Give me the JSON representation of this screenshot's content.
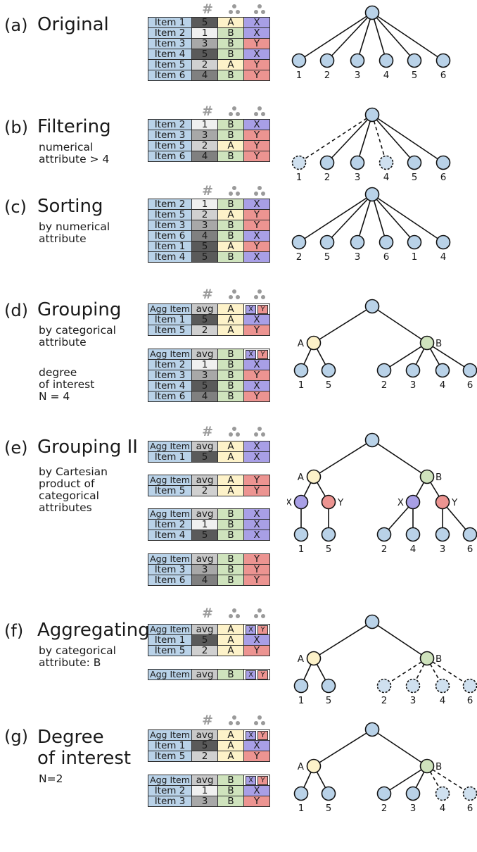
{
  "headers": {
    "num_symbol": "#"
  },
  "sections": [
    {
      "letter": "(a)",
      "title": "Original",
      "desc": "",
      "tables": [
        [
          {
            "name": "Item 1",
            "num": "5",
            "cat": "A",
            "xy": "X",
            "shade": "#5a5a5a"
          },
          {
            "name": "Item 2",
            "num": "1",
            "cat": "B",
            "xy": "X",
            "shade": "#f0f0f0"
          },
          {
            "name": "Item 3",
            "num": "3",
            "cat": "B",
            "xy": "Y",
            "shade": "#a8a8a8"
          },
          {
            "name": "Item 4",
            "num": "5",
            "cat": "B",
            "xy": "X",
            "shade": "#5a5a5a"
          },
          {
            "name": "Item 5",
            "num": "2",
            "cat": "A",
            "xy": "Y",
            "shade": "#d0d0d0"
          },
          {
            "name": "Item 6",
            "num": "4",
            "cat": "B",
            "xy": "Y",
            "shade": "#808080"
          }
        ]
      ],
      "tree_labels": [
        "1",
        "2",
        "3",
        "4",
        "5",
        "6"
      ]
    },
    {
      "letter": "(b)",
      "title": "Filtering",
      "desc": "numerical\nattribute > 4",
      "tables": [
        [
          {
            "name": "Item 2",
            "num": "1",
            "cat": "B",
            "xy": "X",
            "shade": "#f0f0f0"
          },
          {
            "name": "Item 3",
            "num": "3",
            "cat": "B",
            "xy": "Y",
            "shade": "#a8a8a8"
          },
          {
            "name": "Item 5",
            "num": "2",
            "cat": "A",
            "xy": "Y",
            "shade": "#d0d0d0"
          },
          {
            "name": "Item 6",
            "num": "4",
            "cat": "B",
            "xy": "Y",
            "shade": "#808080"
          }
        ]
      ],
      "tree_labels": [
        "1",
        "2",
        "3",
        "4",
        "5",
        "6"
      ]
    },
    {
      "letter": "(c)",
      "title": "Sorting",
      "desc": "by numerical\nattribute",
      "tables": [
        [
          {
            "name": "Item 2",
            "num": "1",
            "cat": "B",
            "xy": "X",
            "shade": "#f0f0f0"
          },
          {
            "name": "Item 5",
            "num": "2",
            "cat": "A",
            "xy": "Y",
            "shade": "#d0d0d0"
          },
          {
            "name": "Item 3",
            "num": "3",
            "cat": "B",
            "xy": "Y",
            "shade": "#a8a8a8"
          },
          {
            "name": "Item 6",
            "num": "4",
            "cat": "B",
            "xy": "X",
            "shade": "#808080"
          },
          {
            "name": "Item 1",
            "num": "5",
            "cat": "A",
            "xy": "Y",
            "shade": "#5a5a5a"
          },
          {
            "name": "Item 4",
            "num": "5",
            "cat": "B",
            "xy": "X",
            "shade": "#5a5a5a"
          }
        ]
      ],
      "tree_labels": [
        "2",
        "5",
        "3",
        "6",
        "1",
        "4"
      ]
    },
    {
      "letter": "(d)",
      "title": "Grouping",
      "desc": "by categorical\nattribute",
      "desc2": "degree\nof interest\nN = 4",
      "tables": [
        [
          {
            "agg": true,
            "name": "Agg Item",
            "num": "avg",
            "cat": "A",
            "xy": "XY"
          },
          {
            "name": "Item 1",
            "num": "5",
            "cat": "A",
            "xy": "X",
            "shade": "#5a5a5a"
          },
          {
            "name": "Item 5",
            "num": "2",
            "cat": "A",
            "xy": "Y",
            "shade": "#d0d0d0"
          }
        ],
        [
          {
            "agg": true,
            "name": "Agg Item",
            "num": "avg",
            "cat": "B",
            "xy": "XY"
          },
          {
            "name": "Item 2",
            "num": "1",
            "cat": "B",
            "xy": "X",
            "shade": "#f0f0f0"
          },
          {
            "name": "Item 3",
            "num": "3",
            "cat": "B",
            "xy": "Y",
            "shade": "#a8a8a8"
          },
          {
            "name": "Item 4",
            "num": "5",
            "cat": "B",
            "xy": "X",
            "shade": "#5a5a5a"
          },
          {
            "name": "Item 6",
            "num": "4",
            "cat": "B",
            "xy": "Y",
            "shade": "#808080"
          }
        ]
      ],
      "tree_group_labels": [
        "A",
        "B"
      ],
      "tree_labels": [
        "1",
        "5",
        "2",
        "3",
        "4",
        "6"
      ]
    },
    {
      "letter": "(e)",
      "title": "Grouping II",
      "desc": "by Cartesian\nproduct of\ncategorical\nattributes",
      "tables": [
        [
          {
            "agg": true,
            "name": "Agg Item",
            "num": "avg",
            "cat": "A",
            "xy": "X"
          },
          {
            "name": "Item 1",
            "num": "5",
            "cat": "A",
            "xy": "X",
            "shade": "#5a5a5a"
          }
        ],
        [
          {
            "agg": true,
            "name": "Agg Item",
            "num": "avg",
            "cat": "A",
            "xy": "Y"
          },
          {
            "name": "Item 5",
            "num": "2",
            "cat": "A",
            "xy": "Y",
            "shade": "#d0d0d0"
          }
        ],
        [
          {
            "agg": true,
            "name": "Agg Item",
            "num": "avg",
            "cat": "B",
            "xy": "X"
          },
          {
            "name": "Item 2",
            "num": "1",
            "cat": "B",
            "xy": "X",
            "shade": "#f0f0f0"
          },
          {
            "name": "Item 4",
            "num": "5",
            "cat": "B",
            "xy": "X",
            "shade": "#5a5a5a"
          }
        ],
        [
          {
            "agg": true,
            "name": "Agg Item",
            "num": "avg",
            "cat": "B",
            "xy": "Y"
          },
          {
            "name": "Item 3",
            "num": "3",
            "cat": "B",
            "xy": "Y",
            "shade": "#a8a8a8"
          },
          {
            "name": "Item 6",
            "num": "4",
            "cat": "B",
            "xy": "Y",
            "shade": "#808080"
          }
        ]
      ],
      "tree_group_labels": [
        "A",
        "B"
      ],
      "tree_sub_labels": [
        "X",
        "Y",
        "X",
        "Y"
      ],
      "tree_labels": [
        "1",
        "5",
        "2",
        "4",
        "3",
        "6"
      ]
    },
    {
      "letter": "(f)",
      "title": "Aggregating",
      "desc": "by categorical\nattribute: B",
      "tables": [
        [
          {
            "agg": true,
            "name": "Agg Item",
            "num": "avg",
            "cat": "A",
            "xy": "XY"
          },
          {
            "name": "Item 1",
            "num": "5",
            "cat": "A",
            "xy": "X",
            "shade": "#5a5a5a"
          },
          {
            "name": "Item 5",
            "num": "2",
            "cat": "A",
            "xy": "Y",
            "shade": "#d0d0d0"
          }
        ],
        [
          {
            "agg": true,
            "name": "Agg Item",
            "num": "avg",
            "cat": "B",
            "xy": "XY"
          }
        ]
      ],
      "tree_group_labels": [
        "A",
        "B"
      ],
      "tree_labels": [
        "1",
        "5",
        "2",
        "3",
        "4",
        "6"
      ]
    },
    {
      "letter": "(g)",
      "title": "Degree\nof interest",
      "desc": "N=2",
      "tables": [
        [
          {
            "agg": true,
            "name": "Agg Item",
            "num": "avg",
            "cat": "A",
            "xy": "XY"
          },
          {
            "name": "Item 1",
            "num": "5",
            "cat": "A",
            "xy": "X",
            "shade": "#5a5a5a"
          },
          {
            "name": "Item 5",
            "num": "2",
            "cat": "A",
            "xy": "Y",
            "shade": "#d0d0d0"
          }
        ],
        [
          {
            "agg": true,
            "name": "Agg Item",
            "num": "avg",
            "cat": "B",
            "xy": "XY"
          },
          {
            "name": "Item 2",
            "num": "1",
            "cat": "B",
            "xy": "X",
            "shade": "#f0f0f0"
          },
          {
            "name": "Item 3",
            "num": "3",
            "cat": "B",
            "xy": "Y",
            "shade": "#a8a8a8"
          }
        ]
      ],
      "tree_group_labels": [
        "A",
        "B"
      ],
      "tree_labels": [
        "1",
        "5",
        "2",
        "3",
        "4",
        "6"
      ]
    }
  ],
  "colors": {
    "node_blue": "#b9d2e8",
    "cat_A": "#fdf2c9",
    "cat_B": "#cfe3bd",
    "cat_X": "#a89fe6",
    "cat_Y": "#ec9491",
    "header_gray": "#9a9a9a"
  }
}
